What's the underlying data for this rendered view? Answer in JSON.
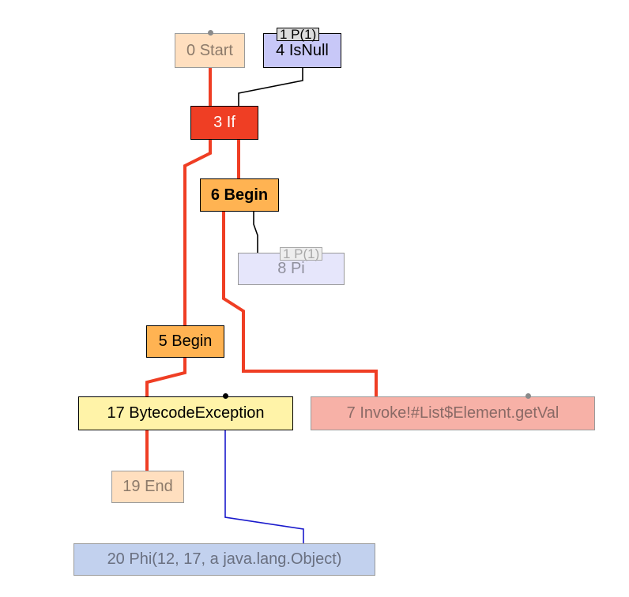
{
  "colors": {
    "control_edge": "#ef3e24",
    "data_edge": "#000000",
    "phi_edge": "#1a1acc"
  },
  "nodes": {
    "start": {
      "label": "0 Start",
      "fill": "#ffdfbf",
      "text": "#8c7a6a"
    },
    "isnull": {
      "label": "4 IsNull",
      "fill": "#c8c8f8",
      "text": "#000000"
    },
    "if": {
      "label": "3 If",
      "fill": "#ef3e24",
      "text": "#ffffff"
    },
    "begin6": {
      "label": "6 Begin",
      "fill": "#ffb352",
      "text": "#000000"
    },
    "pi": {
      "label": "8 Pi",
      "fill": "#e6e6fb",
      "text": "#8f8f9c"
    },
    "begin5": {
      "label": "5 Begin",
      "fill": "#ffb352",
      "text": "#000000"
    },
    "bytecode_exception": {
      "label": "17 BytecodeException",
      "fill": "#fff3a8",
      "text": "#000000"
    },
    "invoke": {
      "label": "7 Invoke!#List$Element.getVal",
      "fill": "#f7b1a7",
      "text": "#8a6a66"
    },
    "end": {
      "label": "19 End",
      "fill": "#ffdfbf",
      "text": "#8c7a6a"
    },
    "phi": {
      "label": "20 Phi(12, 17, a java.lang.Object)",
      "fill": "#c2d1ee",
      "text": "#6a7080"
    }
  },
  "badges": {
    "isnull_param": "1 P(1)",
    "pi_param": "1 P(1)"
  }
}
